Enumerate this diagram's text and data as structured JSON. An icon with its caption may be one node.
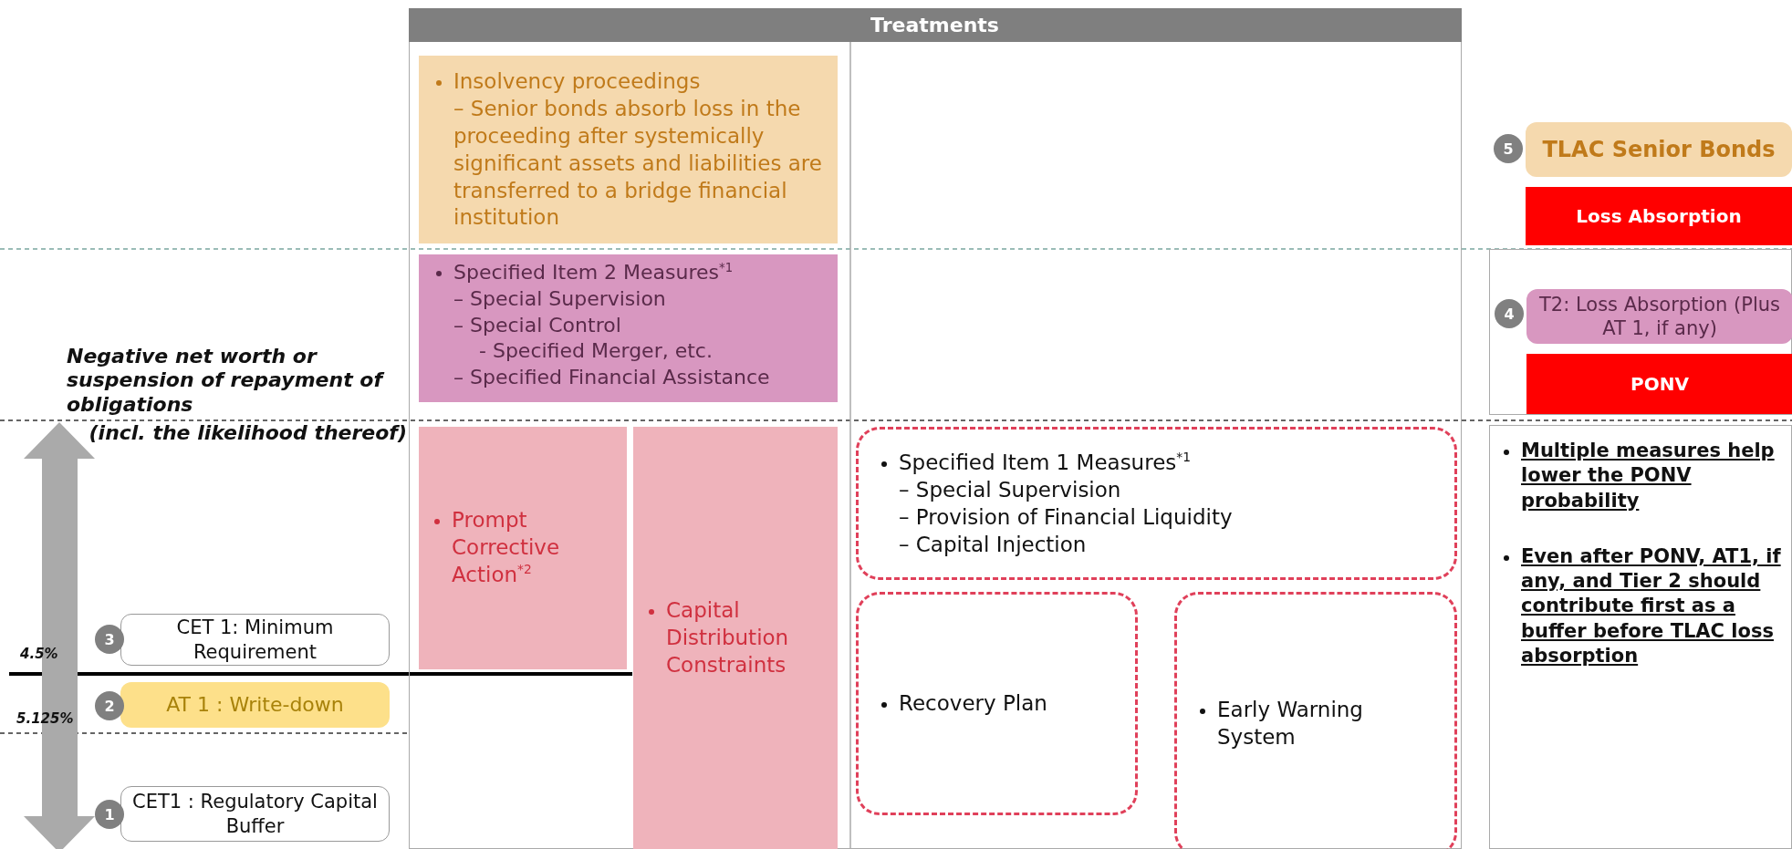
{
  "diagram": {
    "nodes": [
      {
        "text": [
          "Treatments"
        ]
      },
      {
        "text": [
          "Insolvency proceedings",
          "– Senior bonds absorb loss in the proceeding after systemically significant assets and liabilities are transferred to a bridge financial institution"
        ],
        "in": 0
      },
      {
        "text": [
          "Specified Item 2 Measures$^{*1}$",
          "– Special Supervision",
          "– Special Control",
          "- Specified Merger, etc.",
          "– Specified Financial Assistance"
        ],
        "in": 0
      },
      {
        "text": [
          "Prompt Corrective Action$^{*2}$"
        ],
        "in": 0
      },
      {
        "text": [
          "Capital Distribution Constraints"
        ],
        "in": 0
      },
      {
        "text": [
          "Specified Item 1 Measures$^{*1}$",
          "– Special Supervision",
          "– Provision of Financial Liquidity",
          "– Capital Injection"
        ],
        "in": 0
      },
      {
        "text": [
          "Recovery Plan"
        ],
        "in": 0
      },
      {
        "text": [
          "Early Warning System"
        ],
        "in": 0
      },
      {
        "text": [
          "3"
        ]
      },
      {
        "text": [
          "CET 1: Minimum Requirement"
        ]
      },
      {
        "text": [
          "2"
        ]
      },
      {
        "text": [
          "AT 1 : Write-down"
        ]
      },
      {
        "text": [
          "1"
        ]
      },
      {
        "text": [
          "CET1 : Regulatory Capital Buffer"
        ]
      },
      {
        "text": [
          "5"
        ]
      },
      {
        "text": [
          "TLAC Senior Bonds"
        ]
      },
      {
        "text": [
          "Loss Absorption"
        ]
      },
      {
        "text": [],
        "shape": "box"
      },
      {
        "text": [
          "4"
        ],
        "in": 17
      },
      {
        "text": [
          "T2: Loss Absorption (Plus AT 1, if any)"
        ],
        "in": 17
      },
      {
        "text": [
          "PONV"
        ],
        "in": 17
      },
      {
        "text": [
          "Multiple measures help lower the PONV probability",
          "Even after PONV, AT1, if any, and Tier 2 should contribute first as a buffer before TLAC loss absorption"
        ]
      }
    ],
    "labels": [
      "Negative net worth or suspension of repayment of obligations",
      "(incl. the likelihood thereof)",
      "4.5%",
      "5.125%"
    ]
  }
}
